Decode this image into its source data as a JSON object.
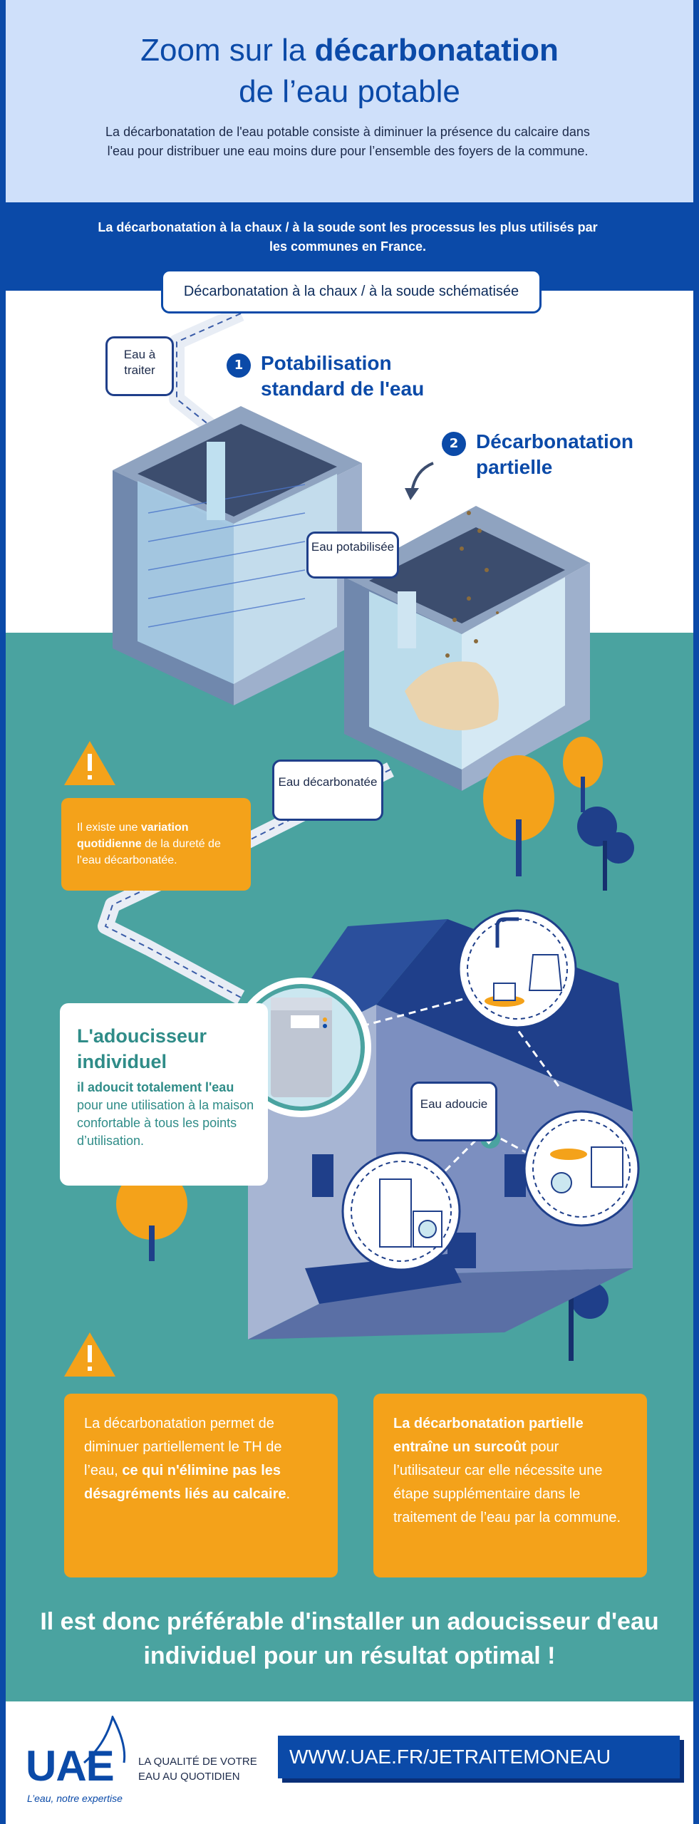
{
  "header": {
    "title_line1_regular": "Zoom sur la ",
    "title_line1_bold": "décarbonatation",
    "title_line2": "de l’eau potable",
    "intro": "La décarbonatation de l'eau potable consiste à diminuer la présence du calcaire dans l'eau pour distribuer une eau moins dure pour l’ensemble des foyers de la commune."
  },
  "band": {
    "text": "La décarbonatation à la chaux / à la soude sont les processus les plus utilisés par les communes en France."
  },
  "diagram": {
    "pill_label": "Décarbonatation à la chaux / à la soude schématisée",
    "step1": {
      "number": "1",
      "title": "Potabilisation standard de l'eau"
    },
    "step2": {
      "number": "2",
      "title": "Décarbonatation partielle"
    },
    "labels": {
      "eau_a_traiter": "Eau à traiter",
      "eau_potabilisee": "Eau potabilisée",
      "eau_decarbonatee": "Eau décarbonatée",
      "eau_adoucie": "Eau adoucie"
    },
    "variation_note": {
      "pre": "Il existe une ",
      "bold": "variation quotidienne",
      "post": " de la dureté de l’eau décarbonatée."
    }
  },
  "softener": {
    "title": "L'adoucisseur individuel",
    "text_bold": "il adoucit totalement l'eau",
    "text_rest": " pour une utilisation à la maison confortable à tous les points d’utilisation."
  },
  "notes": {
    "left": {
      "pre": "La décarbonatation permet de diminuer partiellement le TH de l’eau, ",
      "bold": "ce qui n'élimine pas les désagréments liés au calcaire",
      "post": "."
    },
    "right": {
      "bold": "La décarbonatation partielle entraîne un surcoût",
      "post": " pour l’utilisateur car elle nécessite une étape supplémentaire dans le traitement de l’eau par la commune."
    }
  },
  "conclusion": "Il est donc préférable d'installer un adoucisseur d'eau individuel pour un résultat optimal !",
  "footer": {
    "logo": "UAE",
    "slogan": "L’eau, notre expertise",
    "tagline": "LA QUALITÉ DE VOTRE EAU AU QUOTIDIEN",
    "url": "WWW.UAE.FR/JETRAITEMONEAU"
  },
  "colors": {
    "brand_blue": "#0b4aa8",
    "light_blue": "#cfe0fa",
    "teal": "#4aa3a0",
    "orange": "#f4a21a"
  },
  "icons": [
    "warning-icon",
    "faucet-icon",
    "kettle-icon",
    "dishes-icon",
    "dishwasher-icon",
    "fridge-icon",
    "washing-machine-icon",
    "check-icon",
    "tree-icon",
    "water-softener-icon"
  ]
}
